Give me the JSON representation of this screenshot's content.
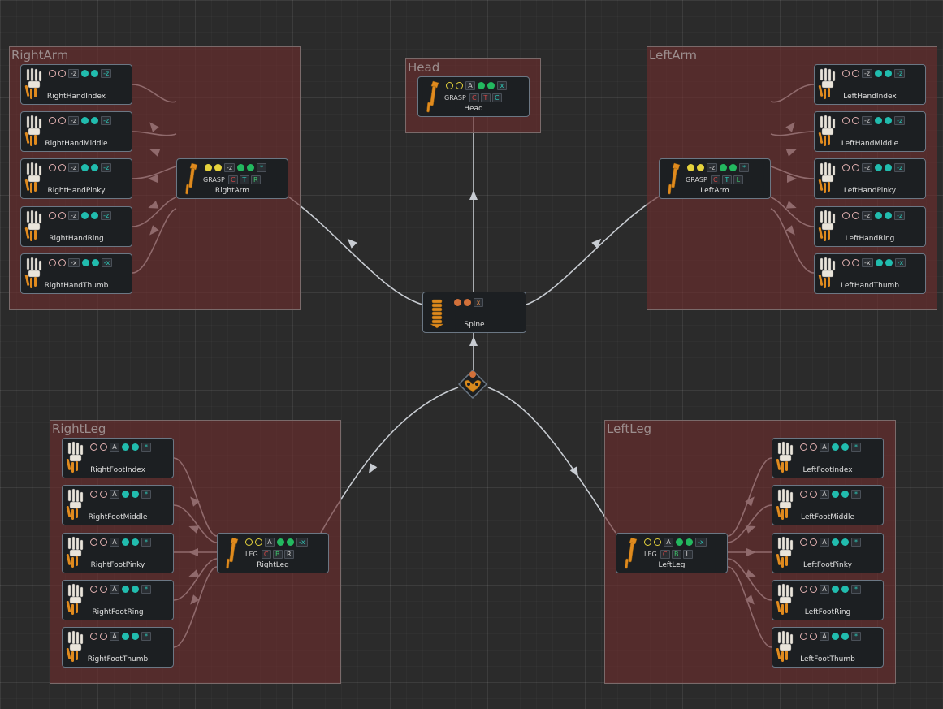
{
  "groups": {
    "right_arm": "RightArm",
    "head": "Head",
    "left_arm": "LeftArm",
    "right_leg": "RightLeg",
    "left_leg": "LeftLeg"
  },
  "nodes": {
    "right_hand_index": {
      "name": "RightHandIndex",
      "tag1": "-z",
      "tag2": "-z"
    },
    "right_hand_middle": {
      "name": "RightHandMiddle",
      "tag1": "-z",
      "tag2": "-z"
    },
    "right_hand_pinky": {
      "name": "RightHandPinky",
      "tag1": "-z",
      "tag2": "-z"
    },
    "right_hand_ring": {
      "name": "RightHandRing",
      "tag1": "-z",
      "tag2": "-z"
    },
    "right_hand_thumb": {
      "name": "RightHandThumb",
      "tag1": "-x",
      "tag2": "-x"
    },
    "left_hand_index": {
      "name": "LeftHandIndex",
      "tag1": "-z",
      "tag2": "-z"
    },
    "left_hand_middle": {
      "name": "LeftHandMiddle",
      "tag1": "-z",
      "tag2": "-z"
    },
    "left_hand_pinky": {
      "name": "LeftHandPinky",
      "tag1": "-z",
      "tag2": "-z"
    },
    "left_hand_ring": {
      "name": "LeftHandRing",
      "tag1": "-z",
      "tag2": "-z"
    },
    "left_hand_thumb": {
      "name": "LeftHandThumb",
      "tag1": "-x",
      "tag2": "-x"
    },
    "right_arm": {
      "name": "RightArm",
      "tag1": "-z",
      "tag2": "*",
      "mode": "GRASP",
      "b1": "C",
      "b2": "T",
      "b3": "R"
    },
    "left_arm": {
      "name": "LeftArm",
      "tag1": "-z",
      "tag2": "*",
      "mode": "GRASP",
      "b1": "C",
      "b2": "T",
      "b3": "L"
    },
    "head": {
      "name": "Head",
      "tag1": "A",
      "tag2": "x",
      "mode": "GRASP",
      "b1": "C",
      "b2": "T",
      "b3": "C"
    },
    "spine": {
      "name": "Spine",
      "tag1": "x"
    },
    "right_leg": {
      "name": "RightLeg",
      "tag1": "A",
      "tag2": "-x",
      "mode": "LEG",
      "b1": "C",
      "b2": "B",
      "b3": "R"
    },
    "left_leg": {
      "name": "LeftLeg",
      "tag1": "A",
      "tag2": "-x",
      "mode": "LEG",
      "b1": "C",
      "b2": "B",
      "b3": "L"
    },
    "right_foot_index": {
      "name": "RightFootIndex",
      "tag1": "A",
      "tag2": "*"
    },
    "right_foot_middle": {
      "name": "RightFootMiddle",
      "tag1": "A",
      "tag2": "*"
    },
    "right_foot_pinky": {
      "name": "RightFootPinky",
      "tag1": "A",
      "tag2": "*"
    },
    "right_foot_ring": {
      "name": "RightFootRing",
      "tag1": "A",
      "tag2": "*"
    },
    "right_foot_thumb": {
      "name": "RightFootThumb",
      "tag1": "A",
      "tag2": "*"
    },
    "left_foot_index": {
      "name": "LeftFootIndex",
      "tag1": "A",
      "tag2": "*"
    },
    "left_foot_middle": {
      "name": "LeftFootMiddle",
      "tag1": "A",
      "tag2": "*"
    },
    "left_foot_pinky": {
      "name": "LeftFootPinky",
      "tag1": "A",
      "tag2": "*"
    },
    "left_foot_ring": {
      "name": "LeftFootRing",
      "tag1": "A",
      "tag2": "*"
    },
    "left_foot_thumb": {
      "name": "LeftFootThumb",
      "tag1": "A",
      "tag2": "*"
    }
  },
  "colors": {
    "background": "#2b2b2b",
    "group_fill": "#6e2d2d",
    "node_fill": "#1c1f22",
    "node_border": "#6b7784",
    "wire": "#c8ccd2",
    "bone": "#d98a1e",
    "yellow": "#e5d23c",
    "green": "#23b85f",
    "teal": "#21bcae",
    "orange": "#d1703a",
    "pink": "#e4b2b2"
  }
}
